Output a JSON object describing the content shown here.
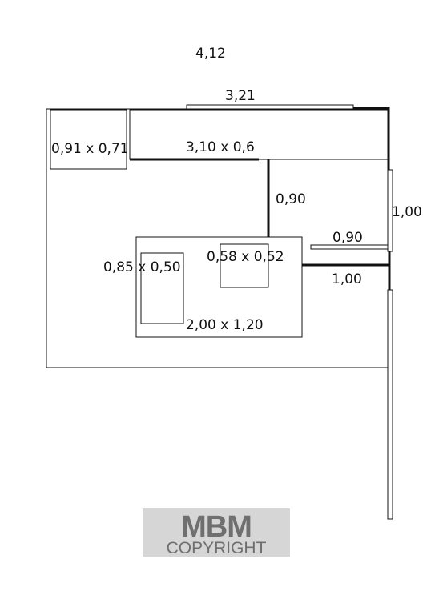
{
  "labels": {
    "overall_width": "4,12",
    "top_wall": "3,21",
    "cabinet_top_left": "0,91 x 0,71",
    "counter": "3,10 x 0,6",
    "wall_stub": "0,90",
    "right_door": "1,00",
    "right_stub": "0,90",
    "inner_small": "0,58 x 0,52",
    "inner_narrow": "0,85 x 0,50",
    "inner_big": "2,00 x 1,20",
    "right_wall": "1,00"
  },
  "watermark": {
    "logo": "MBM",
    "text": "COPYRIGHT"
  },
  "colors": {
    "line": "#111111",
    "watermark_bg": "#d6d6d6",
    "watermark_text": "#6f6f6f"
  }
}
